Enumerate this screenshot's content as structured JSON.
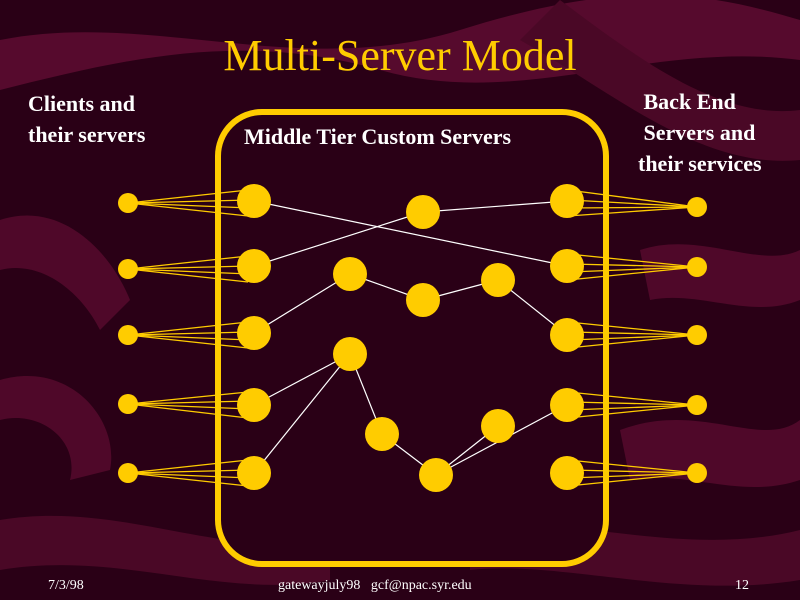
{
  "slide": {
    "title": "Multi-Server Model",
    "left_label": [
      "Clients and",
      "their servers"
    ],
    "middle_label": "Middle Tier Custom Servers",
    "right_label": [
      " Back End",
      " Servers and",
      "their services"
    ]
  },
  "footer": {
    "date": "7/3/98",
    "center_left": "gatewayjuly98",
    "center_right": "gcf@npac.syr.edu",
    "page": "12"
  },
  "colors": {
    "background": "#2a0016",
    "swirl": "#5c0a30",
    "node": "#ffcc00",
    "frame": "#ffcc00",
    "line": "#ffffff",
    "title": "#ffcc00"
  }
}
